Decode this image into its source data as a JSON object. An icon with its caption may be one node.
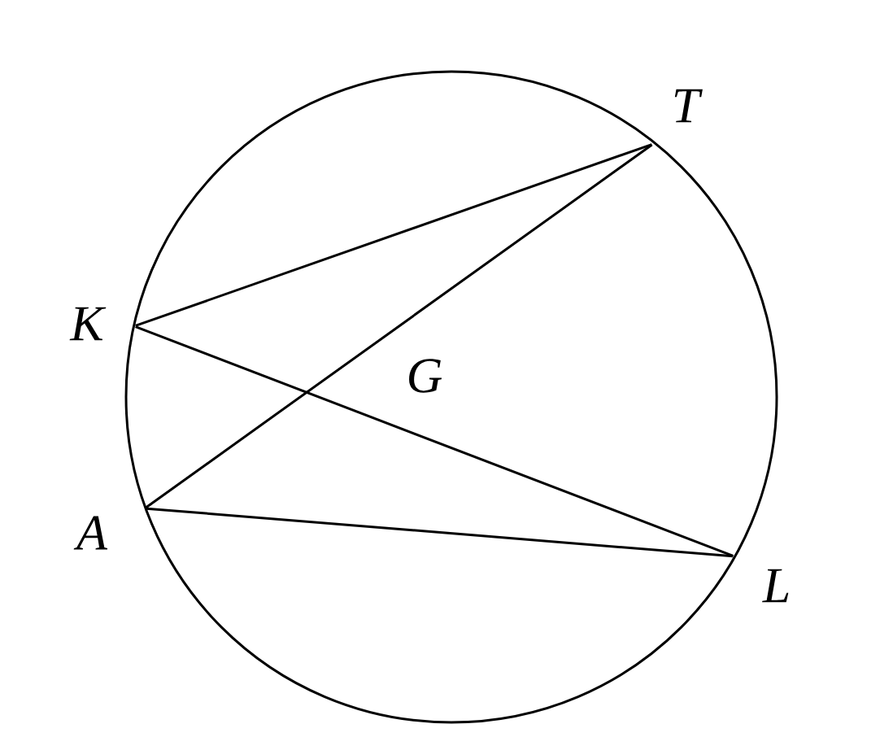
{
  "diagram": {
    "nodes": [
      {
        "text": [
          "T"
        ]
      },
      {
        "text": [
          "K"
        ]
      },
      {
        "text": [
          "A"
        ]
      },
      {
        "text": [
          "L"
        ]
      }
    ],
    "edges": [
      {
        "from": 1,
        "to": 0,
        "arrow": "none"
      },
      {
        "from": 2,
        "to": 0,
        "arrow": "none"
      },
      {
        "from": 1,
        "to": 3,
        "arrow": "none"
      },
      {
        "from": 2,
        "to": 3,
        "arrow": "none"
      }
    ],
    "labels": [
      "G"
    ]
  }
}
